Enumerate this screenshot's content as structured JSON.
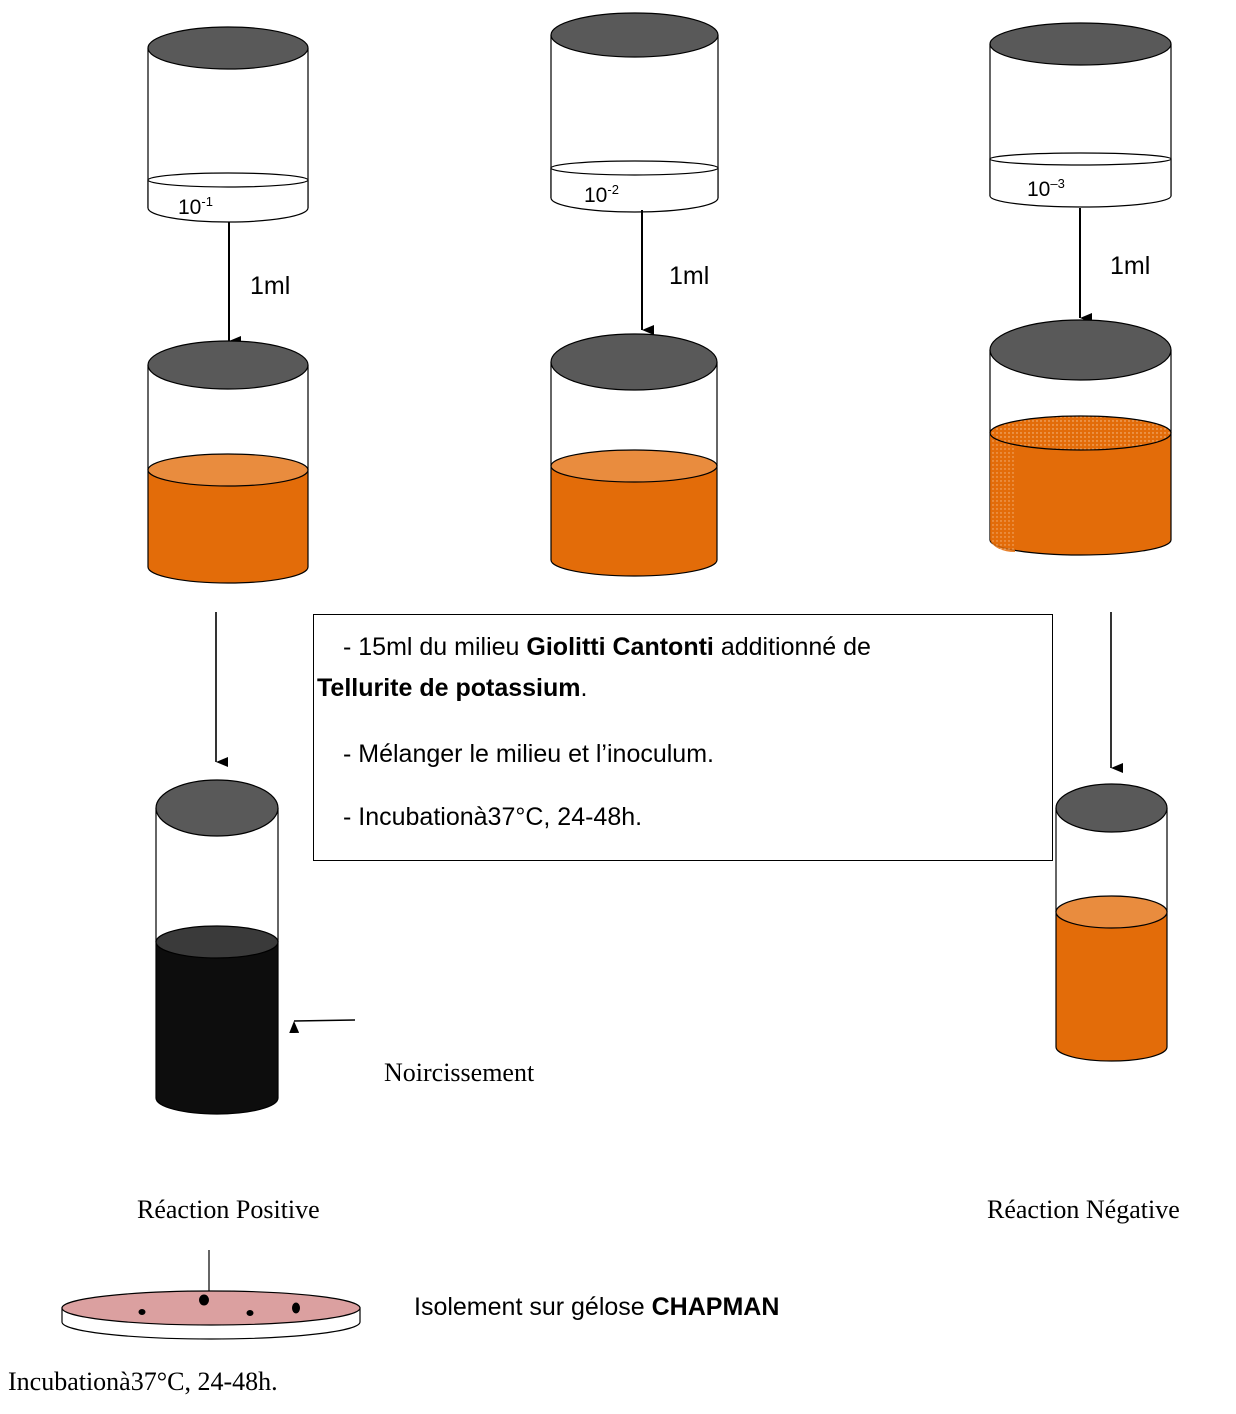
{
  "dilutions": [
    {
      "base": "10",
      "exp": "-1"
    },
    {
      "base": "10",
      "exp": "-2"
    },
    {
      "base": "10",
      "exp": "–3"
    }
  ],
  "transfer_volume": "1ml",
  "instructions": {
    "line1_prefix": "- 15ml du milieu ",
    "line1_bold": "Giolitti Cantonti",
    "line1_suffix": " additionné de",
    "line2_bold": "Tellurite de potassium",
    "line2_suffix": ".",
    "line3": "-  Mélanger le milieu et l’inoculum.",
    "line4": "-  Incubationà37°C, 24-48h."
  },
  "blackening_label": "Noircissement",
  "positive_label": "Réaction Positive",
  "negative_label": "Réaction Négative",
  "isolation": {
    "prefix": "Isolement sur gélose ",
    "bold": "CHAPMAN"
  },
  "incubation_caption": "Incubationà37°C, 24-48h.",
  "colors": {
    "cap": "#595959",
    "medium": "#e36c09",
    "medium_top": "#e98c3e",
    "black_medium": "#0d0d0d",
    "black_top": "#3a3a3a",
    "agar": "#dba0a0"
  }
}
